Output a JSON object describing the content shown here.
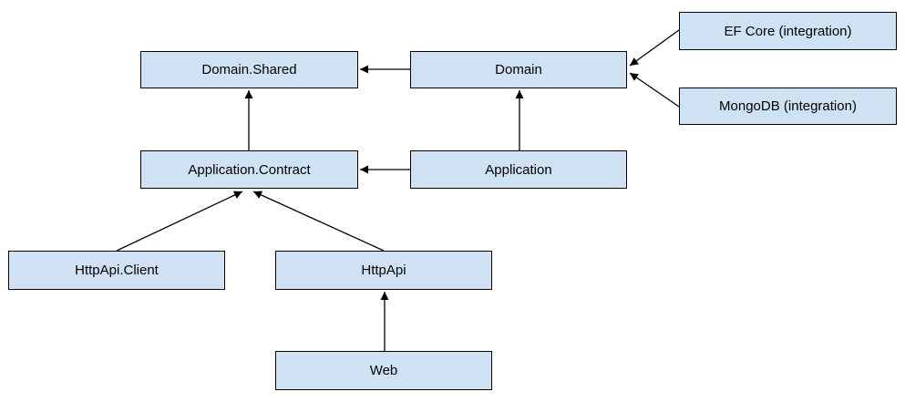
{
  "diagram": {
    "type": "dependency-diagram",
    "nodes": [
      {
        "id": "domain-shared",
        "label": "Domain.Shared"
      },
      {
        "id": "domain",
        "label": "Domain"
      },
      {
        "id": "efcore",
        "label": "EF Core (integration)"
      },
      {
        "id": "mongodb",
        "label": "MongoDB (integration)"
      },
      {
        "id": "application-contract",
        "label": "Application.Contract"
      },
      {
        "id": "application",
        "label": "Application"
      },
      {
        "id": "httpapi-client",
        "label": "HttpApi.Client"
      },
      {
        "id": "httpapi",
        "label": "HttpApi"
      },
      {
        "id": "web",
        "label": "Web"
      }
    ],
    "edges": [
      {
        "from": "domain",
        "to": "domain-shared"
      },
      {
        "from": "efcore",
        "to": "domain"
      },
      {
        "from": "mongodb",
        "to": "domain"
      },
      {
        "from": "application-contract",
        "to": "domain-shared"
      },
      {
        "from": "application",
        "to": "application-contract"
      },
      {
        "from": "application",
        "to": "domain"
      },
      {
        "from": "httpapi-client",
        "to": "application-contract"
      },
      {
        "from": "httpapi",
        "to": "application-contract"
      },
      {
        "from": "web",
        "to": "httpapi"
      }
    ],
    "colors": {
      "node_fill": "#cfe2f3",
      "node_border": "#000000",
      "arrow": "#000000",
      "background": "#ffffff"
    }
  }
}
